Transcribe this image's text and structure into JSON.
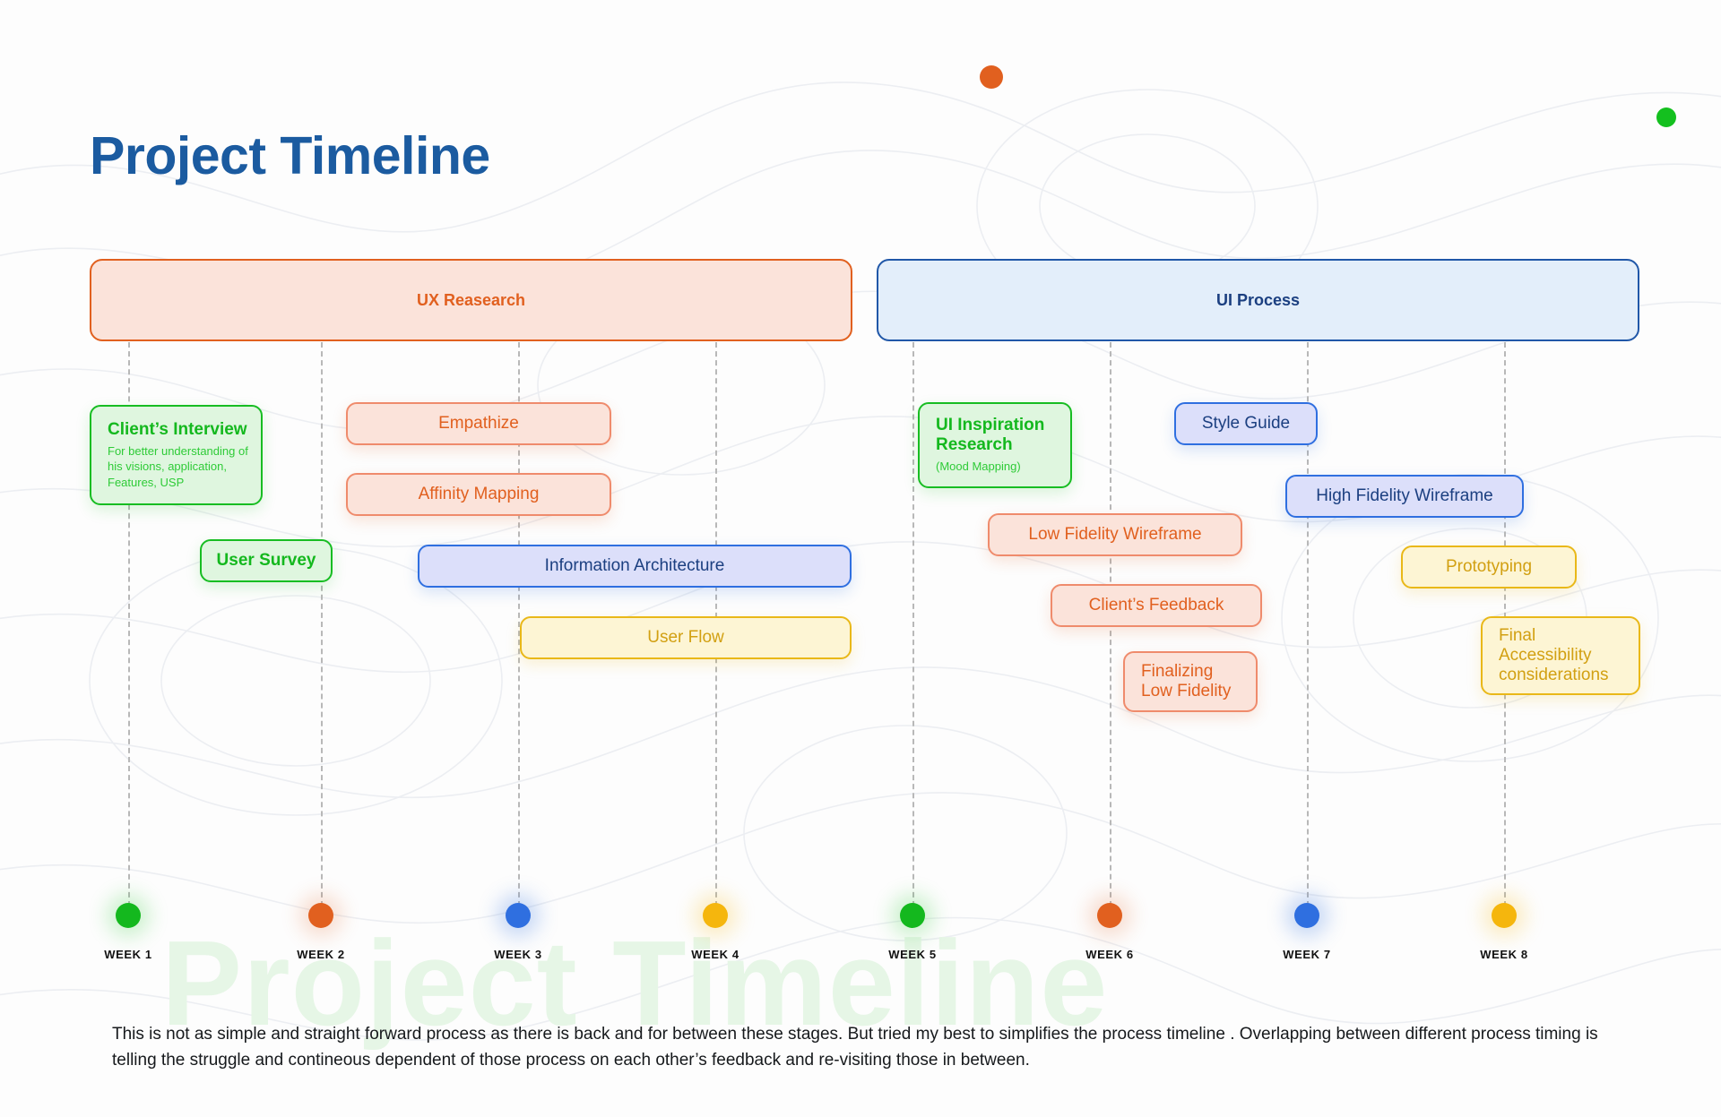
{
  "page": {
    "title": "Project Timeline",
    "watermark": "Project Timeline",
    "footer_note": "This is not as simple and straight forward process as there is back and for between these stages. But tried my best to simplifies the process timeline . Overlapping between different process timing is telling the struggle and contineous dependent of those process on each other’s feedback and re-visiting those in between."
  },
  "colors": {
    "title_blue": "#1b5ba0",
    "green": "#14b81e",
    "orange": "#e1601f",
    "blue": "#2f6fe0",
    "yellow": "#f5b60d"
  },
  "phases": [
    {
      "label": "UX  Reasearch",
      "color": "#e1601f"
    },
    {
      "label": "UI Process",
      "color": "#1b3f80"
    }
  ],
  "accent_dots": [
    {
      "name": "orange-accent-dot",
      "color": "#e1601f"
    },
    {
      "name": "green-accent-dot",
      "color": "#14c01f"
    }
  ],
  "cards": [
    {
      "title": "Client’s Interview",
      "subtitle": "For better understanding of his visions, application, Features, USP",
      "theme": "green",
      "align": "left"
    },
    {
      "title": "User Survey",
      "subtitle": "",
      "theme": "green",
      "align": "center"
    },
    {
      "title": "Empathize",
      "subtitle": "",
      "theme": "orange",
      "align": "center"
    },
    {
      "title": "Affinity Mapping",
      "subtitle": "",
      "theme": "orange",
      "align": "center"
    },
    {
      "title": "Information Architecture",
      "subtitle": "",
      "theme": "blue",
      "align": "center"
    },
    {
      "title": "User Flow",
      "subtitle": "",
      "theme": "yellow",
      "align": "center"
    },
    {
      "title": "UI Inspiration Research",
      "subtitle": "(Mood Mapping)",
      "theme": "green",
      "align": "left"
    },
    {
      "title": "Low Fidelity Wireframe",
      "subtitle": "",
      "theme": "orange",
      "align": "center"
    },
    {
      "title": "Client’s Feedback",
      "subtitle": "",
      "theme": "orange",
      "align": "center"
    },
    {
      "title": "Finalizing Low Fidelity",
      "subtitle": "",
      "theme": "orange",
      "align": "left"
    },
    {
      "title": "Style Guide",
      "subtitle": "",
      "theme": "blue",
      "align": "center"
    },
    {
      "title": "High Fidelity Wireframe",
      "subtitle": "",
      "theme": "blue",
      "align": "center"
    },
    {
      "title": "Prototyping",
      "subtitle": "",
      "theme": "yellow",
      "align": "center"
    },
    {
      "title": "Final Accessibility considerations",
      "subtitle": "",
      "theme": "yellow",
      "align": "left"
    }
  ],
  "weeks": [
    {
      "label": "WEEK 1",
      "color": "green"
    },
    {
      "label": "WEEK 2",
      "color": "orange"
    },
    {
      "label": "WEEK 3",
      "color": "blue"
    },
    {
      "label": "WEEK 4",
      "color": "yellow"
    },
    {
      "label": "WEEK 5",
      "color": "green"
    },
    {
      "label": "WEEK 6",
      "color": "orange"
    },
    {
      "label": "WEEK 7",
      "color": "blue"
    },
    {
      "label": "WEEK 8",
      "color": "yellow"
    }
  ]
}
